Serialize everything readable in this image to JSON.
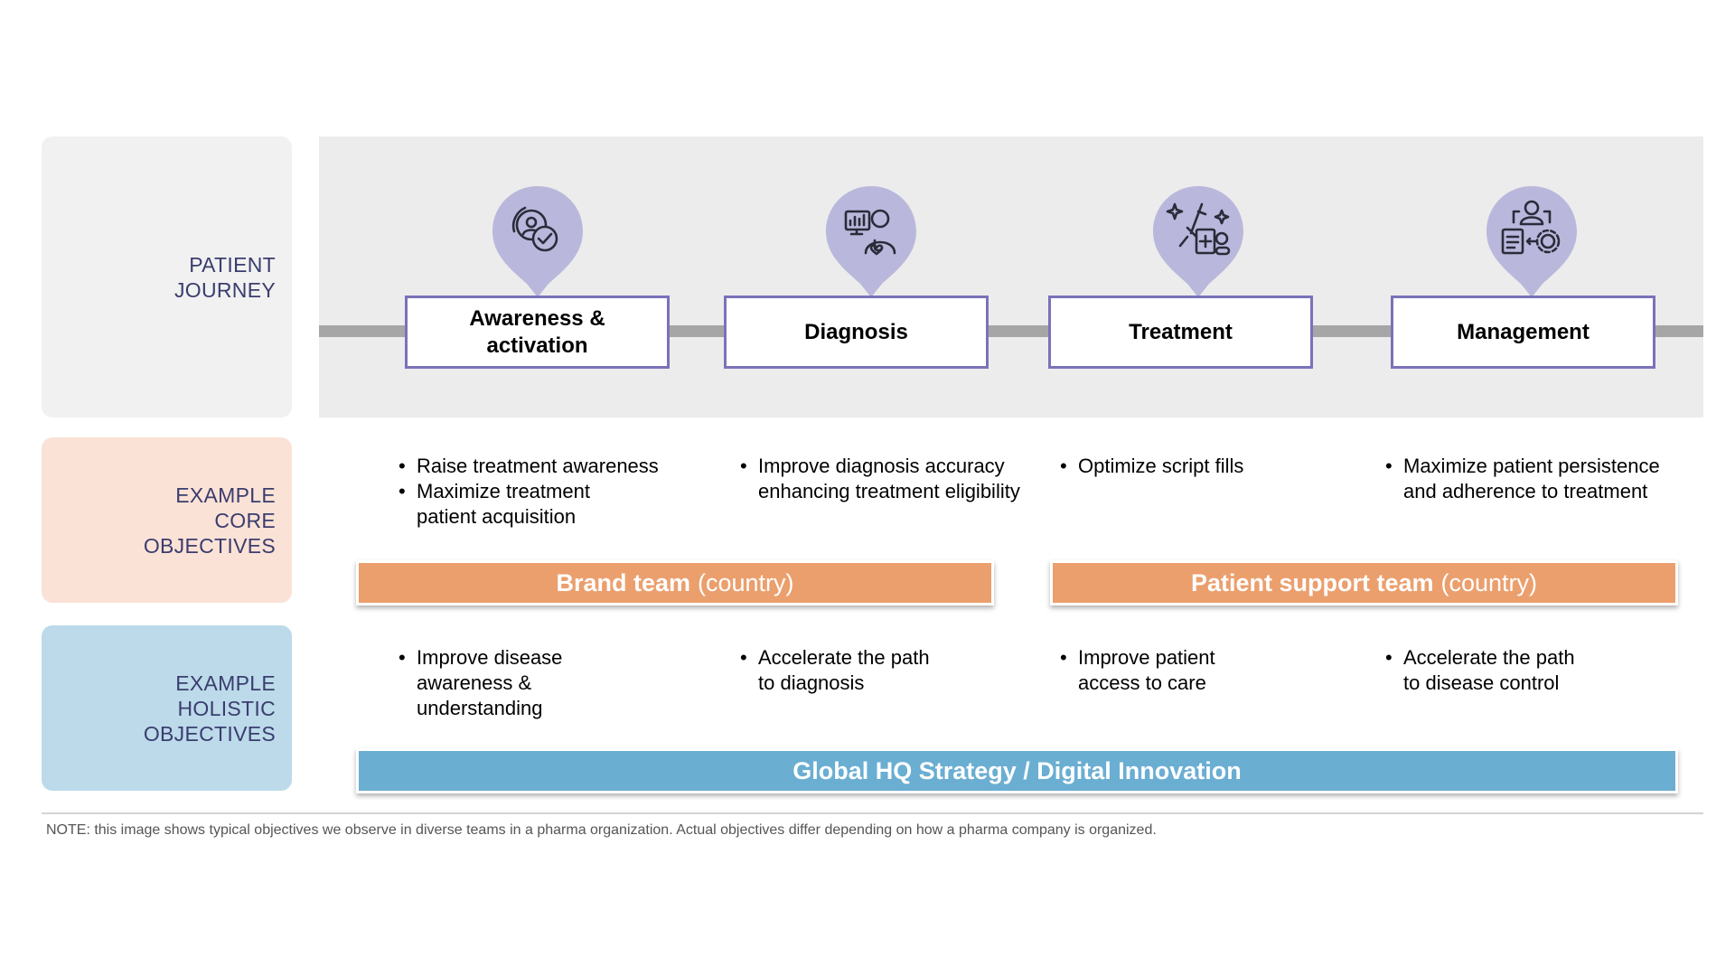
{
  "row_labels": {
    "journey": "PATIENT\nJOURNEY",
    "core": "EXAMPLE\nCORE\nOBJECTIVES",
    "holistic": "EXAMPLE\nHOLISTIC\nOBJECTIVES"
  },
  "stages": [
    {
      "label": "Awareness &\nactivation",
      "icon": "awareness-check-icon"
    },
    {
      "label": "Diagnosis",
      "icon": "doctor-monitor-icon"
    },
    {
      "label": "Treatment",
      "icon": "syringe-medication-icon"
    },
    {
      "label": "Management",
      "icon": "patient-management-gear-icon"
    }
  ],
  "core_objectives": [
    [
      "Raise treatment awareness",
      "Maximize treatment\npatient acquisition"
    ],
    [
      "Improve diagnosis accuracy\nenhancing treatment eligibility"
    ],
    [
      "Optimize script fills"
    ],
    [
      "Maximize patient persistence\nand adherence to treatment"
    ]
  ],
  "holistic_objectives": [
    [
      "Improve disease\nawareness &\nunderstanding"
    ],
    [
      "Accelerate the path\nto diagnosis"
    ],
    [
      "Improve patient\naccess to care"
    ],
    [
      "Accelerate the path\nto disease control"
    ]
  ],
  "bands": {
    "brand_bold": "Brand team",
    "brand_light": "(country)",
    "patient_bold": "Patient support team",
    "patient_light": "(country)",
    "global": "Global HQ Strategy / Digital Innovation"
  },
  "colors": {
    "pin": "#b9b8dc",
    "stage_border": "#7a72ba",
    "core_band": "#eb9f6d",
    "holistic_band": "#6aaed2",
    "label_text": "#3a3d6e"
  },
  "note": "NOTE: this image shows typical objectives we observe in diverse teams in a pharma organization. Actual objectives differ depending on how a pharma company is organized."
}
